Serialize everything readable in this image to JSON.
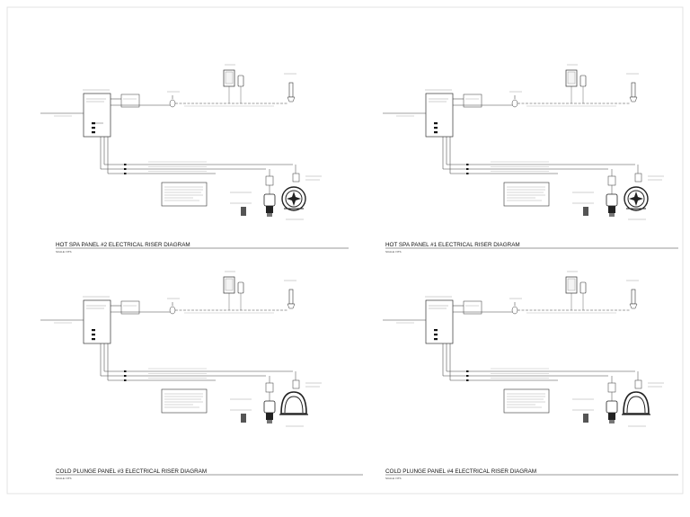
{
  "sheet": {
    "diagrams": [
      {
        "title": "HOT SPA PANEL #2 ELECTRICAL RISER DIAGRAM",
        "scale": "SCALE: NTS",
        "kind": "hot"
      },
      {
        "title": "HOT SPA PANEL #1 ELECTRICAL RISER DIAGRAM",
        "scale": "SCALE: NTS",
        "kind": "hot"
      },
      {
        "title": "COLD PLUNGE PANEL #3 ELECTRICAL RISER DIAGRAM",
        "scale": "SCALE: NTS",
        "kind": "cold"
      },
      {
        "title": "COLD PLUNGE PANEL #4 ELECTRICAL RISER DIAGRAM",
        "scale": "SCALE: NTS",
        "kind": "cold"
      }
    ]
  }
}
